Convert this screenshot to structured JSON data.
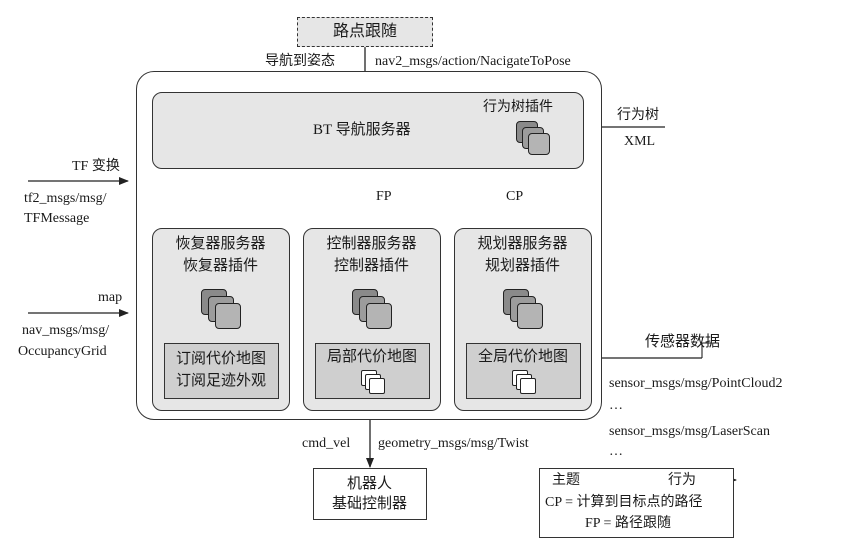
{
  "top": {
    "waypoint_box": "路点跟随",
    "nav_label": "导航到姿态",
    "action_msg": "nav2_msgs/action/NacigateToPose"
  },
  "bt": {
    "title": "BT 导航服务器",
    "plugins": "行为树插件"
  },
  "bt_xml": {
    "line1": "行为树",
    "line2": "XML"
  },
  "tf": {
    "line1": "TF 变换",
    "line2": "tf2_msgs/msg/",
    "line3": "TFMessage"
  },
  "map": {
    "line1": "map",
    "line2": "nav_msgs/msg/",
    "line3": "OccupancyGrid"
  },
  "arrows": {
    "fp": "FP",
    "cp": "CP"
  },
  "recovery": {
    "title": "恢复器服务器",
    "plugins": "恢复器插件",
    "inner_line1": "订阅代价地图",
    "inner_line2": "订阅足迹外观"
  },
  "controller": {
    "title": "控制器服务器",
    "plugins": "控制器插件",
    "inner": "局部代价地图"
  },
  "planner": {
    "title": "规划器服务器",
    "plugins": "规划器插件",
    "inner": "全局代价地图"
  },
  "sensors": {
    "title": "传感器数据",
    "line1": "sensor_msgs/msg/PointCloud2",
    "line2": "…",
    "line3": "sensor_msgs/msg/LaserScan",
    "line4": "…"
  },
  "cmd": {
    "cmd_vel": "cmd_vel",
    "twist": "geometry_msgs/msg/Twist"
  },
  "robot": {
    "line1": "机器人",
    "line2": "基础控制器"
  },
  "legend": {
    "topic": "主题",
    "action": "行为",
    "cp_def": "CP = 计算到目标点的路径",
    "fp_def": "FP = 路径跟随"
  }
}
